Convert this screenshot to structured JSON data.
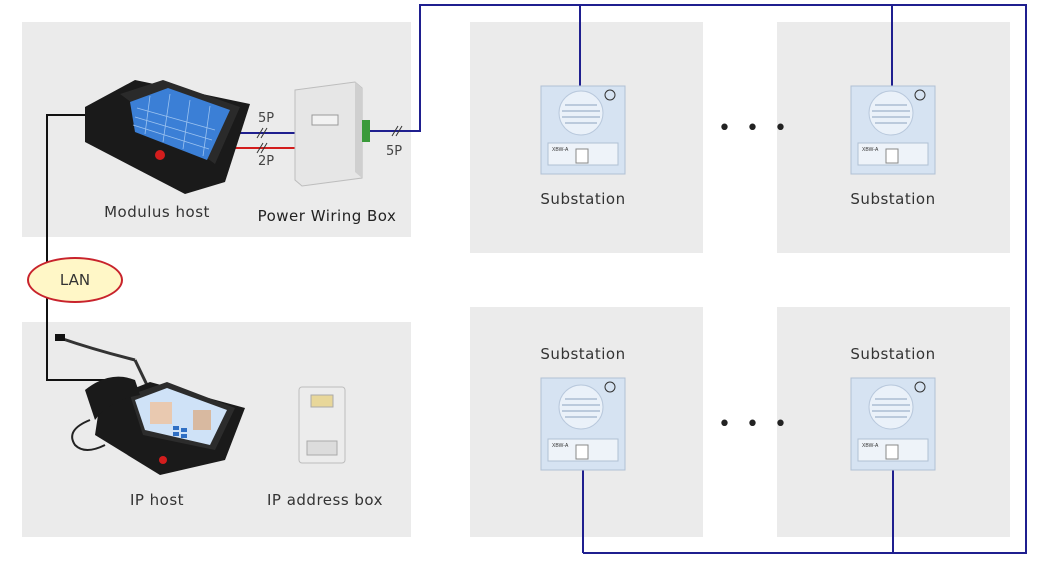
{
  "labels": {
    "modulus_host": "Modulus host",
    "power_wiring_box": "Power Wiring Box",
    "ip_host": "IP host",
    "ip_address_box": "IP address box",
    "lan": "LAN",
    "substation": "Substation",
    "wire_5p_left": "5P",
    "wire_2p": "2P",
    "wire_5p_right": "5P",
    "ellipsis": "• • •",
    "substation_model": "XBW-A"
  },
  "colors": {
    "panel_bg": "#ebebeb",
    "wire_black": "#111111",
    "wire_blue": "#1f1f8f",
    "wire_red": "#d31d1d",
    "lan_border": "#c8232c",
    "lan_fill": "#fff7c7"
  }
}
